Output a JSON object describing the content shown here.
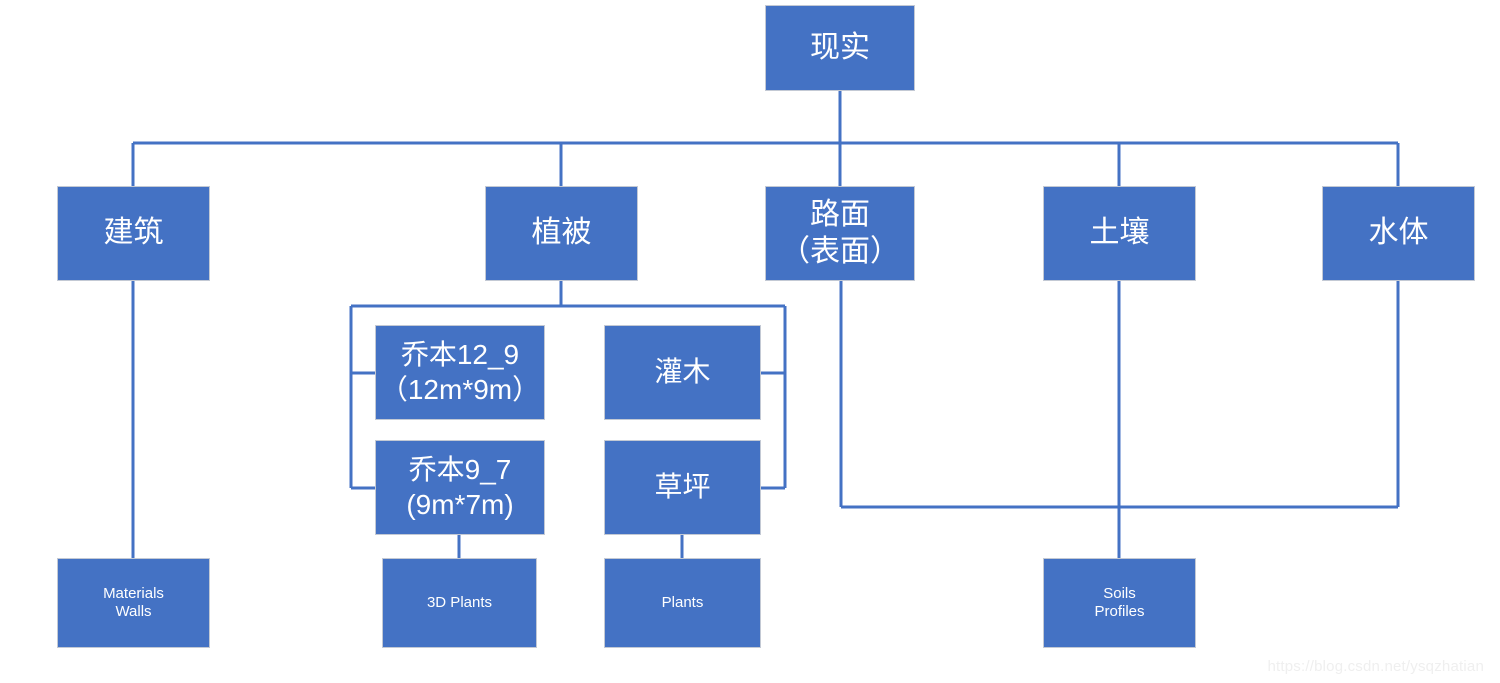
{
  "diagram": {
    "title": "现实",
    "type": "organization-tree",
    "theme": {
      "node_fill": "#4472C4",
      "node_border": "#c3c9d4",
      "node_text": "#ffffff",
      "connector": "#4472C4",
      "background": "#ffffff",
      "watermark_color": "#efefef"
    },
    "nodes": {
      "root": {
        "label": "现实"
      },
      "level2": [
        {
          "id": "building",
          "label": "建筑"
        },
        {
          "id": "vegetation",
          "label": "植被"
        },
        {
          "id": "pavement",
          "label": "路面\n（表面）"
        },
        {
          "id": "soil",
          "label": "土壤"
        },
        {
          "id": "water",
          "label": "水体"
        }
      ],
      "level3": [
        {
          "id": "tree-12-9",
          "label": "乔本12_9\n（12m*9m）"
        },
        {
          "id": "tree-9-7",
          "label": "乔本9_7\n(9m*7m)"
        },
        {
          "id": "shrub",
          "label": "灌木"
        },
        {
          "id": "lawn",
          "label": "草坪"
        }
      ],
      "leaves": [
        {
          "id": "materials-walls",
          "label": "Materials\nWalls"
        },
        {
          "id": "plants-3d",
          "label": "3D Plants"
        },
        {
          "id": "plants",
          "label": "Plants"
        },
        {
          "id": "soils-profiles",
          "label": "Soils\nProfiles"
        }
      ]
    },
    "watermark": "https://blog.csdn.net/ysqzhatian"
  }
}
